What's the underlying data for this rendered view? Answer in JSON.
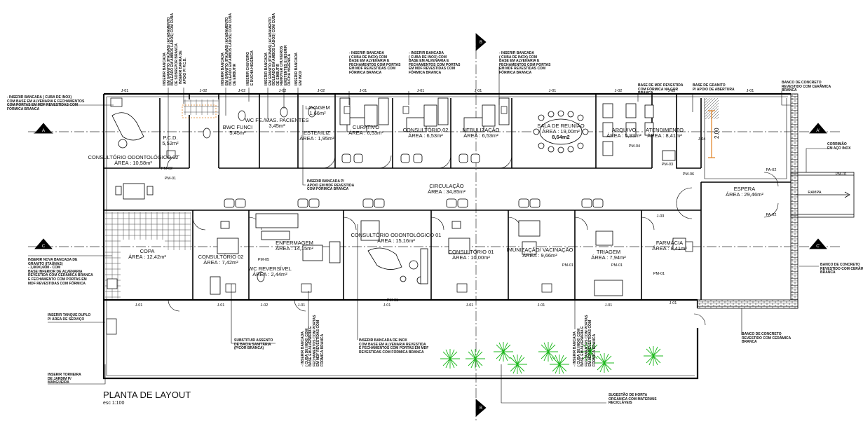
{
  "drawing": {
    "title": "PLANTA DE LAYOUT",
    "scale": "esc 1:100",
    "dimension_label": "2,00"
  },
  "rooms": [
    {
      "id": "odonto02",
      "name": "CONSULTÓRIO ODONTOLÓGICO 02",
      "area": "ÁREA : 10,58m²"
    },
    {
      "id": "pcd",
      "name": "P.C.D.",
      "area": "5,52m²"
    },
    {
      "id": "bwc_func",
      "name": "BWC FUNCI",
      "area": "5,45m²"
    },
    {
      "id": "wc_pacientes",
      "name": "WC FE./MAS. PACIENTES",
      "area": "3,45m²"
    },
    {
      "id": "lavagem",
      "name": "LAVAGEM",
      "area": "1,66m²"
    },
    {
      "id": "esteriliz",
      "name": "ESTERILIZ",
      "area": "ÁREA : 1,95m²"
    },
    {
      "id": "curativo",
      "name": "CURATIVO",
      "area": "ÁREA : 6,53m²"
    },
    {
      "id": "consultorio02b",
      "name": "CONSULTÓRIO 02",
      "area": "ÁREA : 6,53m²"
    },
    {
      "id": "nebulizacao",
      "name": "NEBULIZAÇÃO",
      "area": "ÁREA : 6,53m²"
    },
    {
      "id": "sala_reuniao",
      "name": "SALA DE REUNIÃO",
      "area": "ÁREA : 19,00m²",
      "extra": "8,64m2"
    },
    {
      "id": "arquivo",
      "name": "ARQUIVO",
      "area": "ÁREA : 5,93m²"
    },
    {
      "id": "atendimento",
      "name": "ATENDIMENTO",
      "area": "ÁREA : 8,41m²"
    },
    {
      "id": "circulacao",
      "name": "CIRCULAÇÃO",
      "area": "ÁREA : 34,85m²"
    },
    {
      "id": "espera",
      "name": "ESPERA",
      "area": "ÁREA : 29,46m²"
    },
    {
      "id": "copa",
      "name": "COPA",
      "area": "ÁREA : 12,42m²"
    },
    {
      "id": "consultorio02a",
      "name": "CONSULTÓRIO 02",
      "area": "ÁREA : 7,42m²"
    },
    {
      "id": "enfermagem",
      "name": "ENFERMAGEM",
      "area": "ÁREA : 14,15m²"
    },
    {
      "id": "wc_reversivel",
      "name": "WC REVERSÍVEL",
      "area": "ÁREA : 2,44m²"
    },
    {
      "id": "odonto01",
      "name": "CONSULTÓRIO ODONTOLÓGICO 01",
      "area": "ÁREA : 15,16m²"
    },
    {
      "id": "consultorio01",
      "name": "CONSULTÓRIO 01",
      "area": "ÁREA : 10,00m²"
    },
    {
      "id": "imunizacao",
      "name": "IMUNIZAÇÃO/ VACINAÇÃO",
      "area": "ÁREA : 9,66m²"
    },
    {
      "id": "triagem",
      "name": "TRIAGEM",
      "area": "ÁREA : 7,94m²"
    },
    {
      "id": "farmacia",
      "name": "FARMÁCIA",
      "area": "ÁREA : 8,41m²"
    }
  ],
  "tags": {
    "windows": [
      "J-01",
      "J-02",
      "J-02",
      "J-02",
      "J-02",
      "J-01",
      "J-01",
      "J-01",
      "J-01",
      "J-02",
      "J-02",
      "J-01",
      "J-01",
      "J-01",
      "J-02",
      "J-01",
      "J-01",
      "J-01",
      "J-01",
      "J-01",
      "J-01",
      "J-03",
      "PA-02",
      "PA-02",
      "PM-01",
      "PM-02",
      "PM-03",
      "PM-04",
      "PM-05",
      "PM-01",
      "PM-01",
      "PM-01",
      "PM-01",
      "PM-01",
      "J-04",
      "PM-06",
      "RAMPA"
    ],
    "section_marks": [
      "A",
      "A'",
      "C",
      "C'",
      "B",
      "B"
    ]
  },
  "notes": {
    "left_top": "- INSERIR BANCADA ( CUBA DE INOX)\nCOM BASE EM ALVENARIA E FECHAMENTOS\nCOM PORTAS EM MDF REVESTIDAS COM\nFÓRMICA BRANCA",
    "left_mid": "INSERIR NOVA BANCADA DE\nGRANITO (ITAÚNAS)\n- 1,80x0,60m - COM\nBASE INFERIOR DE ALVENARIA\nREVESTIDA COM CERÂMICA BRANCA\nE FECHAMENTO COM PORTAS EM\nMDF REVESTIDAS COM FÓRMICA",
    "left_tanque": "INSERIR TANQUE DUPLO\nP/ ÁREA DE SERVIÇO",
    "left_torneira": "INSERIR TORNEIRA\nDE JARDIM P/\nMANGUEIRA",
    "top_bancada1": "- INSERIR BANCADA\n( CUBA DE INOX) COM\nBASE EM ALVENARIA E\nFECHAMENTOS COM PORTAS\nEM MDF REVESTIDAS COM\nFÓRMICA BRANCA",
    "top_bancada2": "- INSERIR BANCADA\n( CUBA DE INOX) COM\nBASE EM ALVENARIA E\nFECHAMENTOS COM PORTAS\nEM MDF REVESTIDAS COM\nFÓRMICA BRANCA",
    "top_bancada3": "- INSERIR BANCADA\n( CUBA DE INOX) COM\nBASE EM ALVENARIA E\nFECHAMENTOS COM PORTAS\nEM MDF REVESTIDAS COM\nFÓRMICA BRANCA",
    "base_mdf": "BASE DE MDF REVESTIDA\nCOM FÓRMICA NA COR\nBRANCA",
    "base_granito": "BASE DE GRANITO\nP/ APOIO DE ABERTURA",
    "banco_top": "BANCO DE CONCRETO\nREVESTIDO COM CERÂMICA\nBRANCA",
    "corrimao": "CORRIMÃO\nEM AÇO INOX",
    "banco_right": "BANCO DE CONCRETO\nREVESTIDO COM CERÂMICA\nBRANCA",
    "banco_bottom": "BANCO DE CONCRETO\nREVESTIDO COM CERÂMICA\nBRANCA",
    "apoio_mdf": "INSERIR BANCADA P/\nAPOIO EM MDF REVESTIDA\nCOM FÓRMICA BRANCA",
    "substituir": "SUBSTITUIR ASSENTO\nDE BACIA SANITÁRIA\n(P/COR BRANCA)",
    "bancada_inox": "INSERIR BANCADA DE INOX\nCOM BASE EM ALVENARIA REVESTIDA\nE FECHAMENTOS COM PORTAS EM MDF\nREVESTIDAS COM FÓRMICA BRANCA",
    "horta": "SUGESTÃO DE HORTA\nORGÂNICA COM MATERIAIS\nRECICLÁVEIS",
    "v1": "INSERIR BANCADA\nEM GRANITO (ITAÚNAS) (Acabamento\nboleado em ambos lados) COM CUBA\nDE SOBREPOR BRANCA",
    "v2": "INSERIR BARRA DE\nAPOIO P/ P.C.D.",
    "v3": "INSERIR BANCADA\nEM GRANITO (ITAÚNAS) (Acabamento\nboleado em ambos lados) COM CUBA\nDE EMBUTIR",
    "v4": "INSERIR CHUVEIRO\nE DUCHA HIGIÊNICA",
    "v5": "INSERIR BANCADA\nEM GRANITO (ITAÚNAS) (Acabamento\nboleado em ambos lados) COM CUBA\nDE EMBUTIR",
    "v6": "REMOVER CHUVEIROS\nEXISTENTES E INSERIR\nDUCHA HIGIÊNICA",
    "v7": "INSERIR BANCADA\nEM INOX",
    "v8": "- INSERIR BANCADA\n( CUBA DE INOX) COM\nBASE EM ALVENARIA E\nFECHAMENTOS COM PORTAS\nEM MDF REVESTIDAS COM\nFÓRMICA BRANCA",
    "v9": "- INSERIR BANCADA\n( CUBA DE INOX) COM\nBASE EM ALVENARIA E\nFECHAMENTOS COM PORTAS\nEM MDF REVESTIDAS COM\nFÓRMICA BRANCA"
  }
}
